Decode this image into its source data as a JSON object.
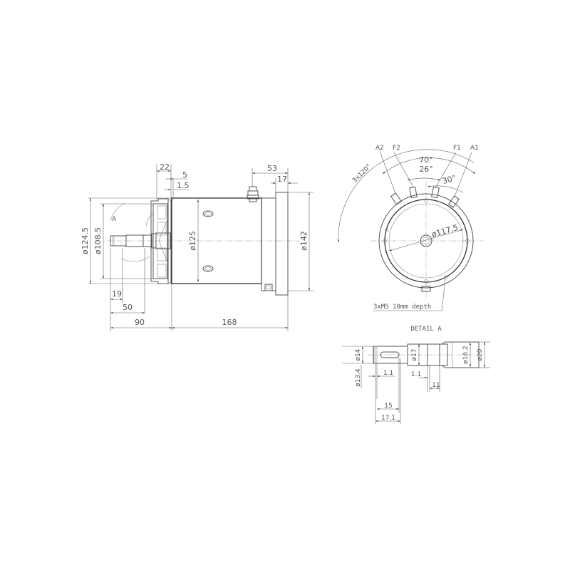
{
  "drawing": {
    "side_view": {
      "dimensions": {
        "d_124_5": "ø124.5",
        "d_108_5": "ø108.5",
        "d_125": "ø125",
        "d_142": "ø142",
        "len_22": "22",
        "len_5": "5",
        "len_1_5": "1.5",
        "len_53": "53",
        "len_17": "17",
        "len_19": "19",
        "len_50": "50",
        "len_90": "90",
        "len_168": "168"
      },
      "detail_marker": "A"
    },
    "end_view": {
      "terminals": [
        "A2",
        "F2",
        "F1",
        "A1"
      ],
      "angles": {
        "pattern": "3x120°",
        "a70": "70°",
        "a26": "26°",
        "a30": "30°"
      },
      "bore": "ø117.5",
      "hole_note": "3xM5 10mm depth"
    },
    "detail_a": {
      "title": "DETAIL A",
      "dimensions": {
        "d14": "ø14",
        "d13_4": "ø13.4",
        "d17": "ø17",
        "d16_2": "ø16.2",
        "d20": "ø20",
        "l1_1a": "1.1",
        "l1_1b": "1.1",
        "l11": "11",
        "l15": "15",
        "l17_1": "17.1"
      }
    }
  }
}
